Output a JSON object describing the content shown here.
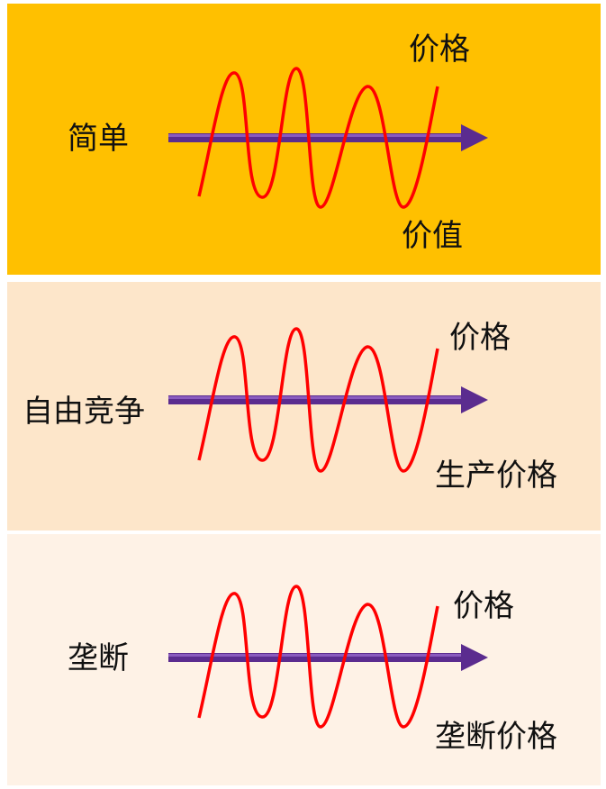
{
  "colors": {
    "panel_1_bg": "#FFC000",
    "panel_2_bg": "#FDE6CA",
    "panel_3_bg": "#FEF2E6",
    "wave": "#FF0000",
    "arrow": "#5B2C8F",
    "arrow_highlight": "#8A5BBF"
  },
  "panels": [
    {
      "left_label": "简单",
      "top_label": "价格",
      "bottom_label": "价值"
    },
    {
      "left_label": "自由竞争",
      "top_label": "价格",
      "bottom_label": "生产价格"
    },
    {
      "left_label": "垄断",
      "top_label": "价格",
      "bottom_label": "垄断价格"
    }
  ]
}
